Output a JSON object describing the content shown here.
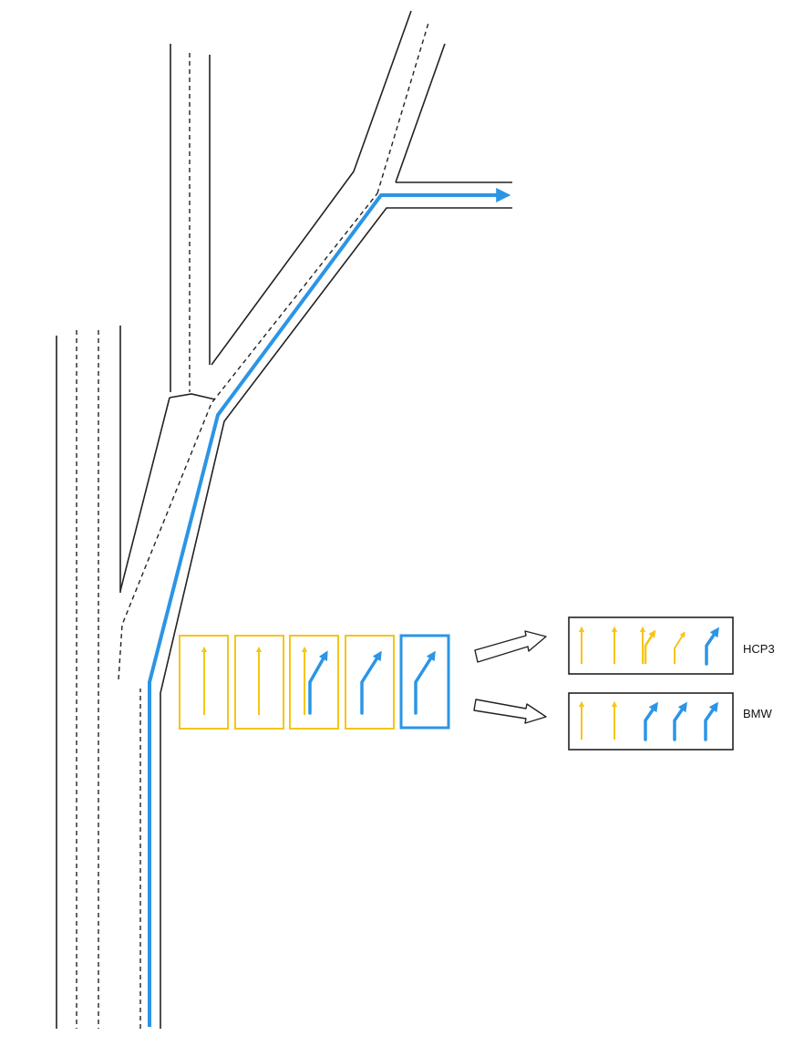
{
  "colors": {
    "route": "#2B95E6",
    "lane_yellow": "#F5C518",
    "lane_blue": "#2B95E6",
    "road_line": "#222222"
  },
  "lane_arrows": [
    {
      "icon": "straight-arrow-icon",
      "color": "yellow",
      "box": "yellow"
    },
    {
      "icon": "straight-arrow-icon",
      "color": "yellow",
      "box": "yellow"
    },
    {
      "icon": "straight-and-bear-right-arrow-icon",
      "color": "mixed",
      "box": "yellow"
    },
    {
      "icon": "bear-right-arrow-icon",
      "color": "blue",
      "box": "yellow"
    },
    {
      "icon": "bear-right-arrow-icon",
      "color": "blue",
      "box": "blue"
    }
  ],
  "results": [
    {
      "label": "HCP3",
      "arrows": [
        {
          "icon": "straight-arrow-icon",
          "color": "yellow"
        },
        {
          "icon": "straight-arrow-icon",
          "color": "yellow"
        },
        {
          "icon": "straight-and-bear-right-arrow-icon",
          "color": "yellow"
        },
        {
          "icon": "bear-right-thin-arrow-icon",
          "color": "yellow"
        },
        {
          "icon": "bear-right-arrow-icon",
          "color": "blue"
        }
      ]
    },
    {
      "label": "BMW",
      "arrows": [
        {
          "icon": "straight-arrow-icon",
          "color": "yellow"
        },
        {
          "icon": "straight-arrow-icon",
          "color": "yellow"
        },
        {
          "icon": "bear-right-arrow-icon",
          "color": "blue"
        },
        {
          "icon": "bear-right-arrow-icon",
          "color": "blue"
        },
        {
          "icon": "bear-right-arrow-icon",
          "color": "blue"
        }
      ]
    }
  ]
}
